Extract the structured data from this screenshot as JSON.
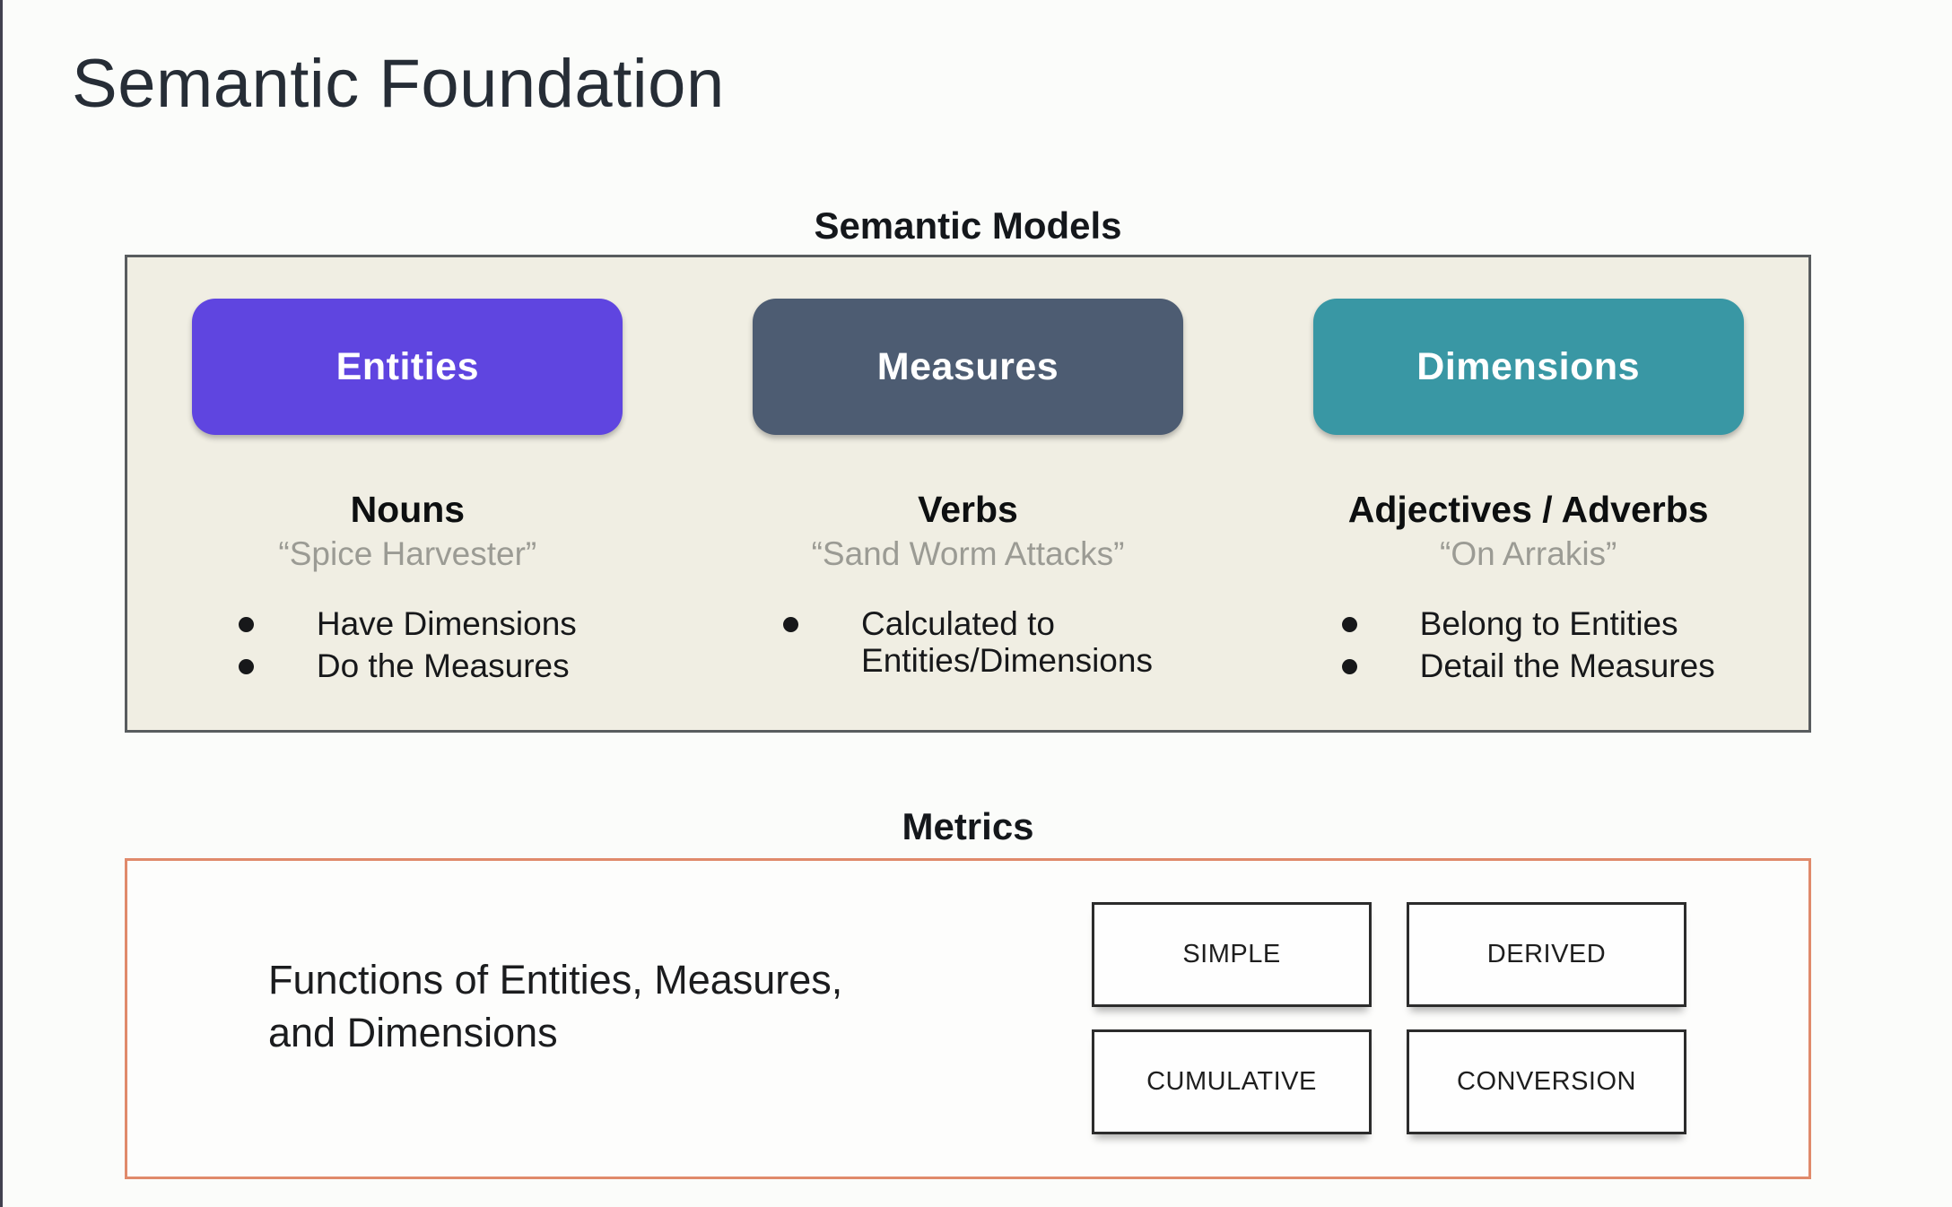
{
  "window": {
    "title": "Semantic Foundation"
  },
  "semantic_models": {
    "heading": "Semantic Models",
    "columns": [
      {
        "pill_label": "Entities",
        "pill_color": "#5f45e0",
        "word_class": "Nouns",
        "example_quote": "“Spice Harvester”",
        "bullets": [
          "Have Dimensions",
          "Do the Measures"
        ]
      },
      {
        "pill_label": "Measures",
        "pill_color": "#4d5c72",
        "word_class": "Verbs",
        "example_quote": "“Sand Worm Attacks”",
        "bullets": [
          "Calculated to\nEntities/Dimensions"
        ]
      },
      {
        "pill_label": "Dimensions",
        "pill_color": "#3997a4",
        "word_class": "Adjectives / Adverbs",
        "example_quote": "“On Arrakis”",
        "bullets": [
          "Belong to Entities",
          "Detail the Measures"
        ]
      }
    ]
  },
  "metrics": {
    "heading": "Metrics",
    "description": "Functions of Entities, Measures,\nand Dimensions",
    "metric_types": [
      "SIMPLE",
      "DERIVED",
      "CUMULATIVE",
      "CONVERSION"
    ]
  },
  "colors": {
    "accent_purple": "#5f45e0",
    "accent_slate": "#4d5c72",
    "accent_teal": "#3997a4",
    "panel_beige": "#f0eee3",
    "metrics_border_salmon": "#e08a6b"
  }
}
